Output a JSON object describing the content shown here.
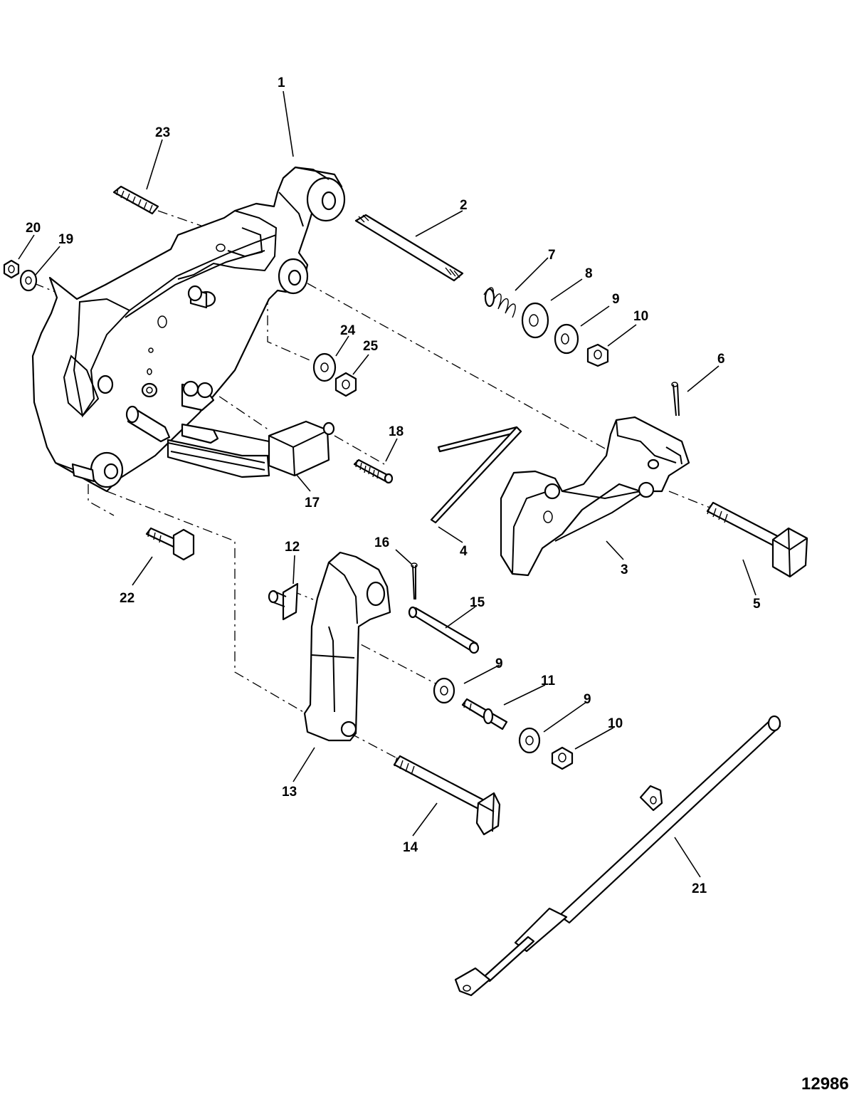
{
  "diagram": {
    "reference_number": "12986",
    "callouts": [
      {
        "key": "c1",
        "text": "1"
      },
      {
        "key": "c2",
        "text": "2"
      },
      {
        "key": "c3",
        "text": "3"
      },
      {
        "key": "c4",
        "text": "4"
      },
      {
        "key": "c5",
        "text": "5"
      },
      {
        "key": "c6",
        "text": "6"
      },
      {
        "key": "c7",
        "text": "7"
      },
      {
        "key": "c8",
        "text": "8"
      },
      {
        "key": "c9a",
        "text": "9"
      },
      {
        "key": "c10a",
        "text": "10"
      },
      {
        "key": "c9b",
        "text": "9"
      },
      {
        "key": "c9c",
        "text": "9"
      },
      {
        "key": "c10b",
        "text": "10"
      },
      {
        "key": "c11",
        "text": "11"
      },
      {
        "key": "c12",
        "text": "12"
      },
      {
        "key": "c13",
        "text": "13"
      },
      {
        "key": "c14",
        "text": "14"
      },
      {
        "key": "c15",
        "text": "15"
      },
      {
        "key": "c16",
        "text": "16"
      },
      {
        "key": "c17",
        "text": "17"
      },
      {
        "key": "c18",
        "text": "18"
      },
      {
        "key": "c19",
        "text": "19"
      },
      {
        "key": "c20",
        "text": "20"
      },
      {
        "key": "c21",
        "text": "21"
      },
      {
        "key": "c22",
        "text": "22"
      },
      {
        "key": "c23",
        "text": "23"
      },
      {
        "key": "c24",
        "text": "24"
      },
      {
        "key": "c25",
        "text": "25"
      }
    ]
  }
}
